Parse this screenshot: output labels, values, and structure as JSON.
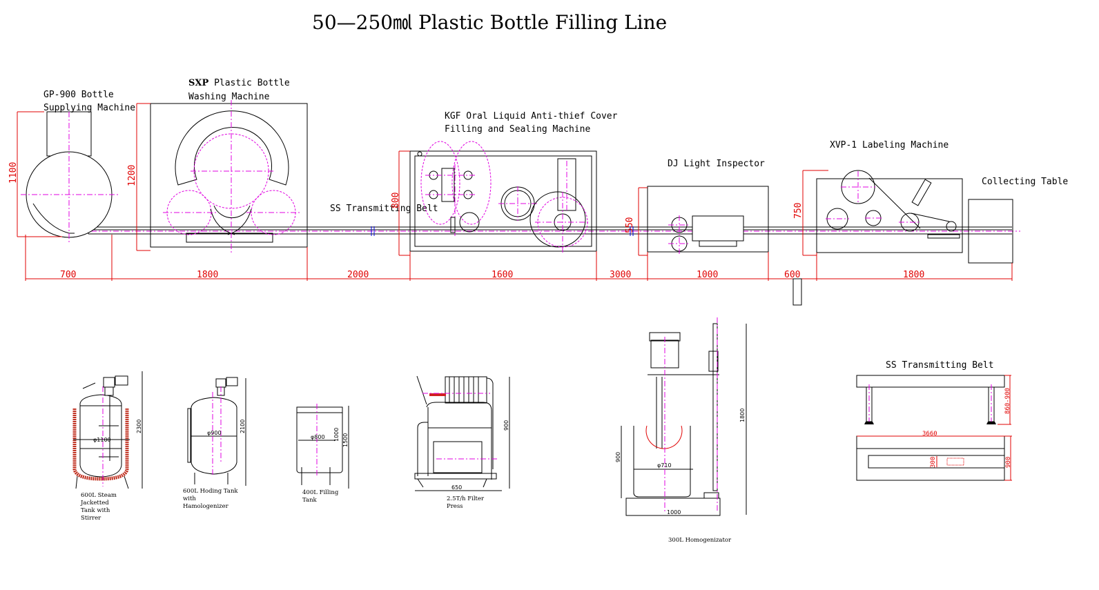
{
  "title": "50—250㏖ Plastic Bottle Filling Line",
  "colors": {
    "outline": "#000000",
    "centerline": "#e000e0",
    "dimension": "#e00000",
    "break_mark": "#0000e0",
    "insulation": "#c03020"
  },
  "line_layout": {
    "machines": [
      {
        "id": "gp900",
        "label_lines": [
          "GP-900 Bottle",
          "Supplying Machine"
        ],
        "height_dim": "1100",
        "width_dim": "700"
      },
      {
        "id": "sxp",
        "label_bold": "SXP",
        "label_lines": [
          " Plastic Bottle",
          "Washing Machine"
        ],
        "height_dim": "1200",
        "width_dim": "1800"
      },
      {
        "id": "belt1",
        "label_lines": [
          "SS Transmitting Belt"
        ],
        "width_dim": "2000"
      },
      {
        "id": "kgf",
        "label_lines": [
          "KGF Oral Liquid Anti-thief Cover",
          "Filling and Sealing Machine"
        ],
        "height_dim": "800",
        "width_dim": "1600"
      },
      {
        "id": "gap1",
        "width_dim": "3000"
      },
      {
        "id": "dj",
        "label_lines": [
          "DJ Light Inspector"
        ],
        "height_dim": "550",
        "width_dim": "1000"
      },
      {
        "id": "gap2",
        "width_dim": "600"
      },
      {
        "id": "xvp",
        "label_lines": [
          "XVP-1 Labeling Machine"
        ],
        "height_dim": "750",
        "width_dim": "1800"
      },
      {
        "id": "collect",
        "label_lines": [
          "Collecting Table"
        ]
      }
    ]
  },
  "equipment": [
    {
      "id": "steam-tank",
      "label_lines": [
        "600L Steam",
        "Jacketted",
        "Tank with",
        "Stirrer"
      ],
      "dims": {
        "height": "2300",
        "diameter": "φ1100"
      }
    },
    {
      "id": "holding-tank",
      "label_lines": [
        "600L Hoding Tank",
        "with",
        "Hamologenizer"
      ],
      "dims": {
        "height": "2100",
        "diameter": "φ900"
      }
    },
    {
      "id": "filling-tank",
      "label_lines": [
        "400L Filling",
        "Tank"
      ],
      "dims": {
        "height_body": "1000",
        "height_total": "1500",
        "diameter": "φ800"
      }
    },
    {
      "id": "filter-press",
      "label_lines": [
        "2.5T/h Filter",
        "Press"
      ],
      "dims": {
        "height": "900",
        "width": "650"
      }
    },
    {
      "id": "homogenizer",
      "label_lines": [
        "300L Homogenizator"
      ],
      "dims": {
        "height": "1800",
        "tank_height": "900",
        "diameter": "φ710",
        "width": "1000"
      }
    },
    {
      "id": "ss-belt",
      "label_lines": [
        "SS Transmitting Belt"
      ],
      "dims": {
        "height": "860-900",
        "length": "3660",
        "belt_width": "300",
        "depth": "900"
      }
    }
  ]
}
